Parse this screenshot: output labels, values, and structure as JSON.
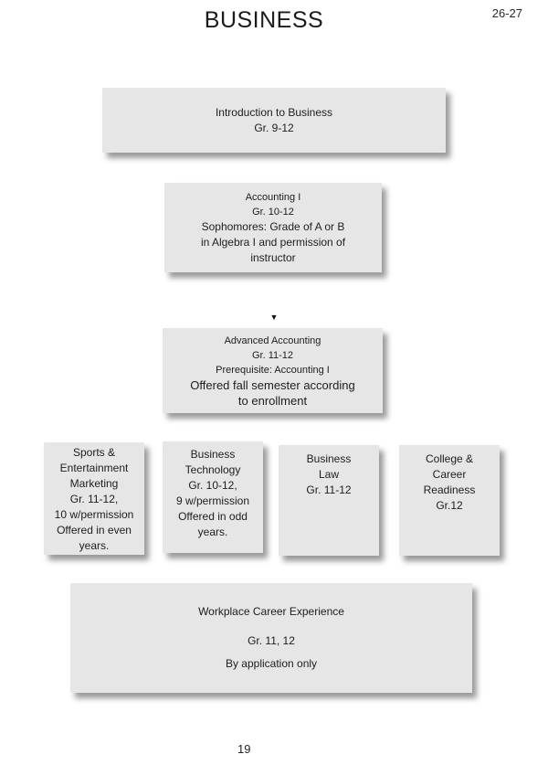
{
  "page": {
    "title": "BUSINESS",
    "page_ref": "26-27",
    "page_number": "19"
  },
  "icons": {
    "arrow_down": "▼"
  },
  "colors": {
    "background": "#ffffff",
    "box_fill": "#e6e6e6",
    "box_shadow": "rgba(0,0,0,0.40)",
    "text": "#1d1d1d"
  },
  "boxes": {
    "intro": {
      "lines": [
        "Introduction to Business",
        "Gr. 9-12"
      ]
    },
    "accounting_1": {
      "lines": [
        "Accounting I",
        "Gr. 10-12",
        "Sophomores: Grade of A or B",
        "in Algebra I and permission of",
        "instructor"
      ]
    },
    "advanced_accounting": {
      "lines": [
        "Advanced Accounting",
        "Gr. 11-12",
        "Prerequisite: Accounting I",
        "Offered fall semester according",
        "to enrollment"
      ]
    },
    "sports_entertainment_marketing": {
      "lines": [
        "Sports &",
        "Entertainment",
        "Marketing",
        "Gr. 11-12,",
        "10 w/permission",
        "Offered in even",
        "years."
      ]
    },
    "business_technology": {
      "lines": [
        "Business",
        "Technology",
        "Gr. 10-12,",
        "9 w/permission",
        "Offered in odd",
        "years."
      ]
    },
    "business_law": {
      "lines": [
        "Business",
        "Law",
        "Gr. 11-12"
      ]
    },
    "college_career_readiness": {
      "lines": [
        "College &",
        "Career",
        "Readiness",
        "Gr.12"
      ]
    },
    "workplace_career_experience": {
      "lines": [
        "Workplace Career Experience",
        "Gr. 11, 12",
        "By application only"
      ]
    }
  }
}
